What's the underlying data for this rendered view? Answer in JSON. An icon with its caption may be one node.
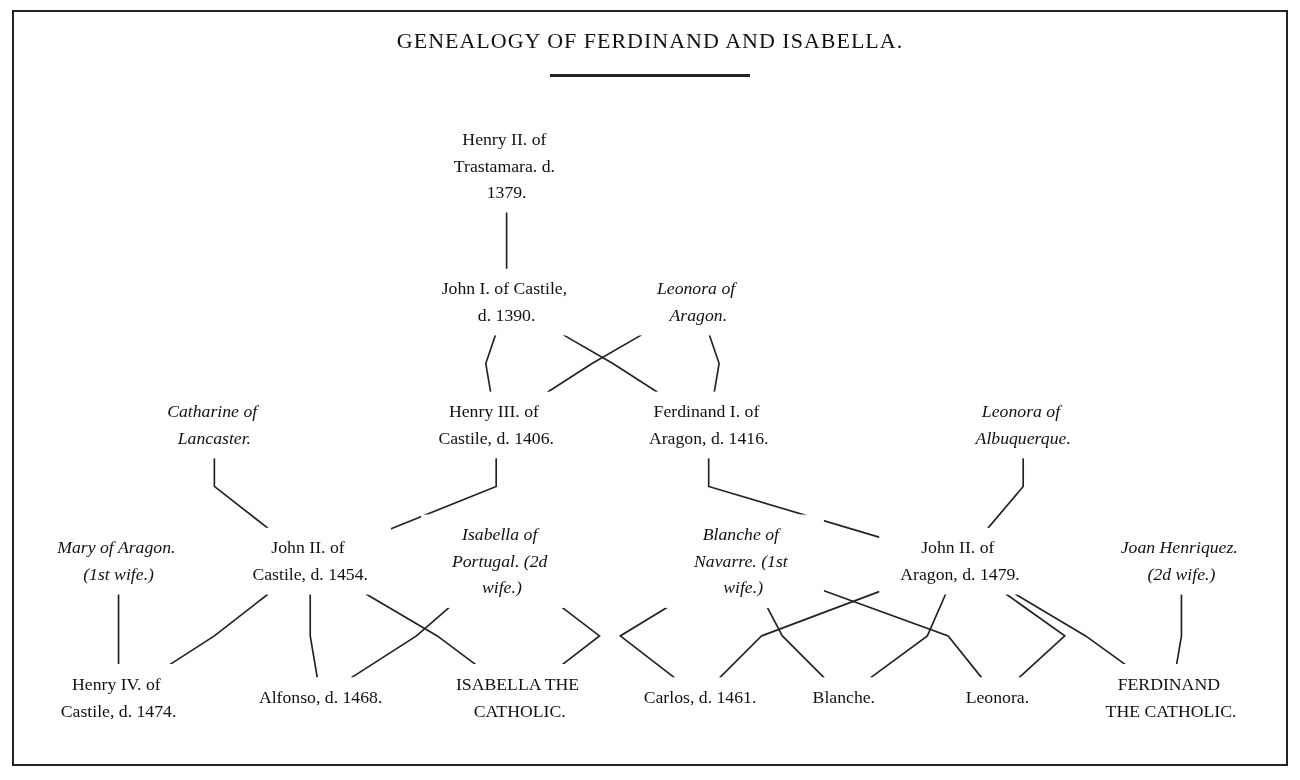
{
  "diagram": {
    "title": "GENEALOGY OF FERDINAND AND ISABELLA.",
    "nodes": [
      {
        "text": [
          "Henry II. of Trastamara. d. 1379."
        ]
      },
      {
        "text": [
          "John I. of Castile, d. 1390."
        ]
      },
      {
        "text": [
          "Leonora of Aragon."
        ]
      },
      {
        "text": [
          "Catharine of Lancaster."
        ]
      },
      {
        "text": [
          "Henry III. of Castile, d. 1406."
        ]
      },
      {
        "text": [
          "Ferdinand I. of Aragon, d. 1416."
        ]
      },
      {
        "text": [
          "Leonora of Albuquerque."
        ]
      },
      {
        "text": [
          "Mary of Aragon. (1st wife.)"
        ]
      },
      {
        "text": [
          "John II. of Castile, d. 1454."
        ]
      },
      {
        "text": [
          "Isabella of Portugal. (2d wife.)"
        ]
      },
      {
        "text": [
          "Blanche of Navarre. (1st wife.)"
        ]
      },
      {
        "text": [
          "John II. of Aragon, d. 1479."
        ]
      },
      {
        "text": [
          "Joan Henriquez. (2d wife.)"
        ]
      },
      {
        "text": [
          "Henry IV. of Castile, d. 1474."
        ]
      },
      {
        "text": [
          "Alfonso, d. 1468."
        ]
      },
      {
        "text": [
          "ISABELLA THE CATHOLIC."
        ]
      },
      {
        "text": [
          "Carlos, d. 1461."
        ]
      },
      {
        "text": [
          "Blanche."
        ]
      },
      {
        "text": [
          "Leonora."
        ]
      },
      {
        "text": [
          "FERDINAND THE CATHOLIC."
        ]
      }
    ],
    "edges": [
      {
        "from": 0,
        "to": 1,
        "arrow": "none"
      },
      {
        "from": 1,
        "to": 4,
        "arrow": "none"
      },
      {
        "from": 1,
        "to": 5,
        "arrow": "none"
      },
      {
        "from": 2,
        "to": 4,
        "arrow": "none"
      },
      {
        "from": 2,
        "to": 5,
        "arrow": "none"
      },
      {
        "from": 3,
        "to": 8,
        "arrow": "none"
      },
      {
        "from": 4,
        "to": 8,
        "arrow": "none"
      },
      {
        "from": 5,
        "to": 11,
        "arrow": "none"
      },
      {
        "from": 6,
        "to": 11,
        "arrow": "none"
      },
      {
        "from": 7,
        "to": 13,
        "arrow": "none"
      },
      {
        "from": 8,
        "to": 13,
        "arrow": "none"
      },
      {
        "from": 8,
        "to": 14,
        "arrow": "none"
      },
      {
        "from": 8,
        "to": 15,
        "arrow": "none"
      },
      {
        "from": 9,
        "to": 14,
        "arrow": "none"
      },
      {
        "from": 9,
        "to": 15,
        "arrow": "none"
      },
      {
        "from": 10,
        "to": 16,
        "arrow": "none"
      },
      {
        "from": 10,
        "to": 17,
        "arrow": "none"
      },
      {
        "from": 10,
        "to": 18,
        "arrow": "none"
      },
      {
        "from": 11,
        "to": 16,
        "arrow": "none"
      },
      {
        "from": 11,
        "to": 17,
        "arrow": "none"
      },
      {
        "from": 11,
        "to": 18,
        "arrow": "none"
      },
      {
        "from": 11,
        "to": 19,
        "arrow": "none"
      },
      {
        "from": 12,
        "to": 19,
        "arrow": "none"
      }
    ]
  }
}
